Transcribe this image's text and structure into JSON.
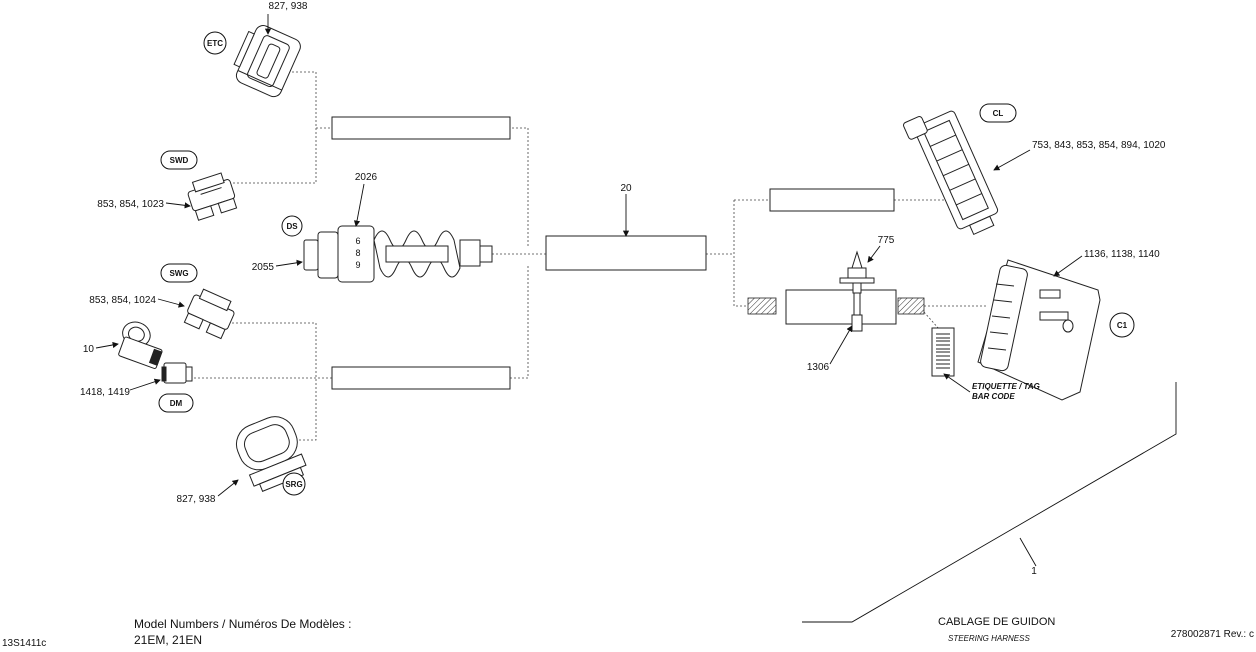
{
  "callouts": {
    "etc_parts": "827, 938",
    "swd_parts": "853, 854, 1023",
    "ds_part_num": "2026",
    "ds_left_part": "2055",
    "swg_parts": "853, 854, 1024",
    "item_10": "10",
    "dm_parts": "1418, 1419",
    "srg_parts": "827, 938",
    "main_block": "20",
    "cl_parts": "753, 843, 853, 854, 894, 1020",
    "fuse_part": "775",
    "c1_parts": "1136, 1138, 1140",
    "splice_part": "1306",
    "harness_item": "1"
  },
  "connector_tags": {
    "etc": "ETC",
    "swd": "SWD",
    "ds": "DS",
    "swg": "SWG",
    "dm": "DM",
    "srg": "SRG",
    "cl": "CL",
    "c1": "C1"
  },
  "ds_digits": [
    "6",
    "8",
    "9"
  ],
  "barcode_label": {
    "line1": "ETIQUETTE / TAG",
    "line2": "BAR CODE"
  },
  "footer": {
    "code_left": "13S1411c",
    "model_heading": "Model Numbers / Numéros De Modèles :",
    "model_values": "21EM, 21EN",
    "title_fr": "CABLAGE DE GUIDON",
    "title_en": "STEERING HARNESS",
    "doc_rev": "278002871 Rev.: c"
  }
}
